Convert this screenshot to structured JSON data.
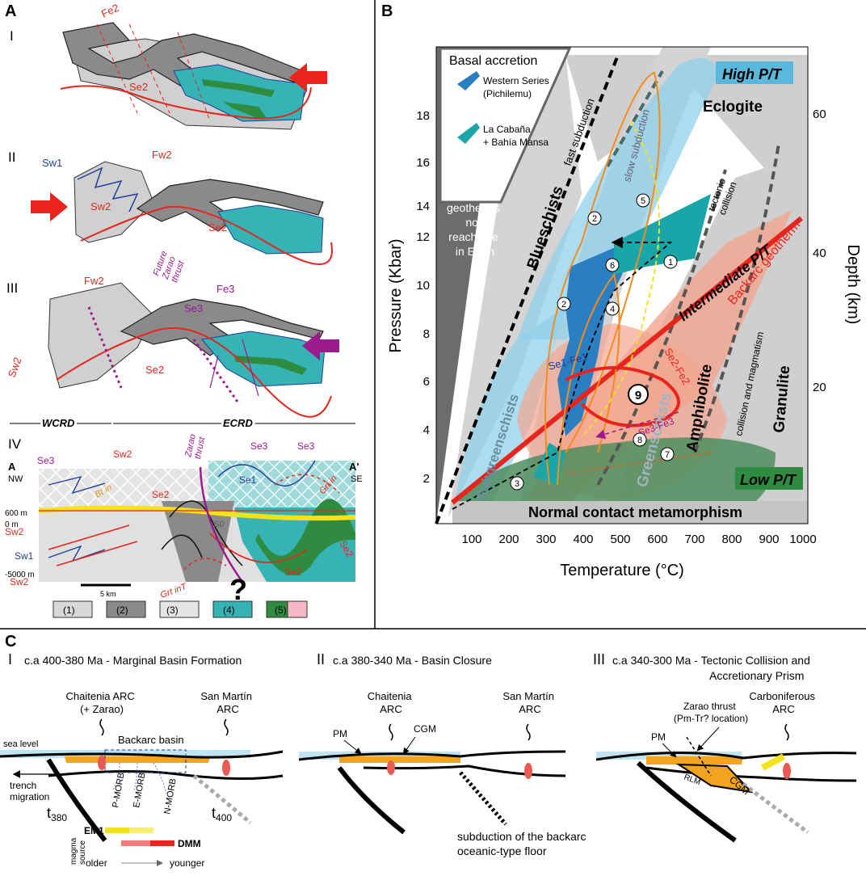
{
  "panel_a": {
    "letter": "A",
    "stage_i": "I",
    "stage_ii": "II",
    "stage_iii": "III",
    "stage_iv": "IV",
    "fe2": "Fe2",
    "se2": "Se2",
    "sw1": "Sw1",
    "sw2": "Sw2",
    "fw2": "Fw2",
    "future_zarao": "Future\nZarao\nthrust",
    "se3": "Se3",
    "fe3": "Fe3",
    "wcrd": "WCRD",
    "ecrd": "ECRD",
    "a_left": "A",
    "nw": "NW",
    "a_right": "A'",
    "se": "SE",
    "zarao_thrust": "Zarao\nthrust",
    "se1": "Se1",
    "bt_in": "Bt in",
    "grt_in": "Grt in",
    "grt_in_t": "Grt inT",
    "s0": "S0",
    "elev_600": "600 m",
    "elev_0": "0 m",
    "elev_5000": "-5000 m",
    "scale": "5 km",
    "legend": [
      "(1)",
      "(2)",
      "(3)",
      "(4)",
      "(5)"
    ],
    "question": "?"
  },
  "panel_b": {
    "letter": "B",
    "legend_title": "Basal accretion",
    "legend_western": "Western Series\n(Pichilemu)",
    "legend_cabana": "La Cabaña\n+ Bahía Mansa",
    "geotherms_note": "geotherms\nnot\nreachable\nin Earth",
    "fast_subduction": "fast subduction",
    "slow_subduction": "slow subduction",
    "tectonic_collision": "tectonic\ncollision",
    "collision_magmatism": "collision and magmatism",
    "high_pt": "High P/T",
    "low_pt": "Low P/T",
    "intermediate_pt": "Intermediate P/T",
    "backarc_geotherm": "Backarc geotherm",
    "eclogite": "Eclogite",
    "blueschists": "Blueschists",
    "greenschists": "Greenschists",
    "subgreenschists": "Subgreenschists",
    "amphibolite": "Amphibolite",
    "granulite": "Granulite",
    "contact": "Normal contact metamorphism",
    "se1_fe1": "Se1-Fe1",
    "se2_fe2": "Se2-Fe2",
    "se3_fe3": "Se3-Fe3",
    "x_label": "Temperature (°C)",
    "y_label": "Pressure (Kbar)",
    "y2_label": "Depth (km)",
    "x_ticks": [
      "100",
      "200",
      "300",
      "400",
      "500",
      "600",
      "700",
      "800",
      "900",
      "1000"
    ],
    "y_ticks": [
      "2",
      "4",
      "6",
      "8",
      "10",
      "12",
      "14",
      "16",
      "18"
    ],
    "depth_ticks": [
      "20",
      "40",
      "60"
    ],
    "path_numbers": [
      "1",
      "2",
      "2",
      "3",
      "4",
      "5",
      "6",
      "7",
      "8",
      "9"
    ]
  },
  "panel_c": {
    "letter": "C",
    "stage_i_num": "I",
    "stage_i_title": "c.a 400-380 Ma  - Marginal Basin Formation",
    "stage_ii_num": "II",
    "stage_ii_title": "c.a 380-340 Ma  - Basin Closure",
    "stage_iii_num": "III",
    "stage_iii_title": "c.a 340-300 Ma  - Tectonic Collision and\nAccretionary Prism",
    "chaitenia_arc_zarao": "Chaitenia ARC\n(+ Zarao)",
    "san_martin_arc": "San Martín\nARC",
    "backarc_basin": "Backarc basin",
    "sea_level": "sea level",
    "trench_migration": "trench\nmigration",
    "t380": "t380",
    "t400": "t400",
    "p_morb": "P-MORB",
    "e_morb": "E-MORB",
    "n_morb": "N-MORB",
    "em1": "EM1",
    "dmm": "DMM",
    "magma_source": "magma\nsource",
    "older": "older",
    "younger": "younger",
    "pm": "PM",
    "cgm": "CGM",
    "chaitenia_arc": "Chaitenia\nARC",
    "subduction_backarc": "subduction of the backarc\noceanic-type floor",
    "zarao_thrust_loc": "Zarao thrust\n(Pm-Tr? location)",
    "carboniferous_arc": "Carboniferous\nARC",
    "rlm": "RLM"
  },
  "colors": {
    "teal": "#35b3b5",
    "grey_light": "#d0d0d0",
    "grey_dark": "#8a8a8a",
    "red": "#e8241c",
    "blue": "#1f3f9a",
    "green": "#2e8b3f",
    "orange": "#f28c1e",
    "salmon": "#f3a58f",
    "magenta": "#9b1a8c",
    "light_blue": "#8fd0ea",
    "dark_green": "#4e8e5e"
  }
}
